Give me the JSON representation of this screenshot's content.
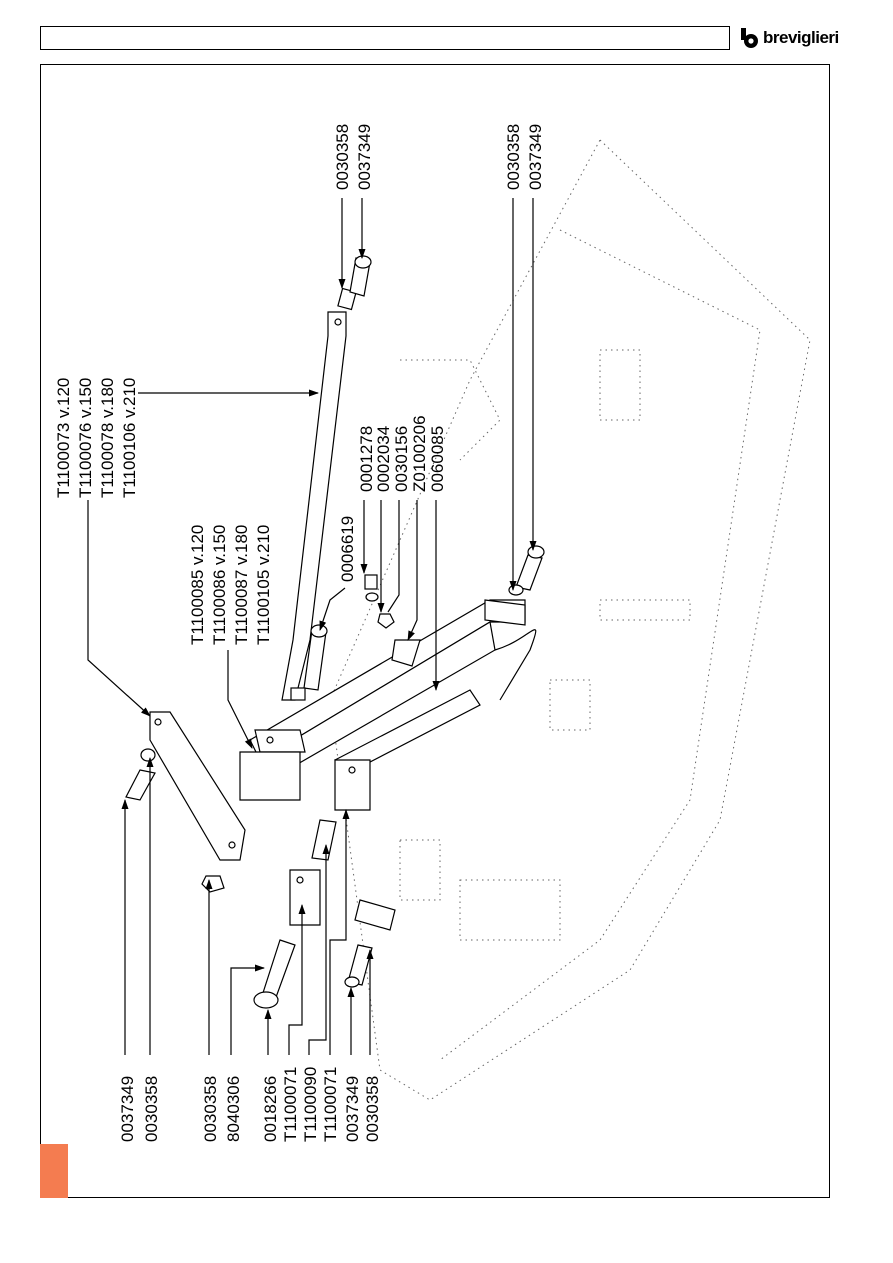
{
  "brand": {
    "name": "breviglieri",
    "logo_icon": "breviglieri-logo-icon"
  },
  "colors": {
    "tab_accent": "#f47c50",
    "line": "#000000"
  },
  "top_right_group": [
    "0030358",
    "0037349"
  ],
  "top_mid_group": [
    "0030358",
    "0037349"
  ],
  "arm_long_group": [
    "T1100073 v.120",
    "T1100076 v.150",
    "T1100078 v.180",
    "T1100106 v.210"
  ],
  "arm_short_group": [
    "T1100085 v.120",
    "T1100086 v.150",
    "T1100087 v.180",
    "T1100105 v.210"
  ],
  "single_label": "0006619",
  "hardware_group": [
    "0001278",
    "0002034",
    "0030156",
    "Z0100206",
    "0060085"
  ],
  "bottom_left_a": [
    "0037349",
    "0030358"
  ],
  "bottom_left_b": [
    "0030358",
    "8040306"
  ],
  "bottom_mid": [
    "0018266",
    "T1100071",
    "T1100090",
    "T1100071"
  ],
  "bottom_right": [
    "0037349",
    "0030358"
  ]
}
